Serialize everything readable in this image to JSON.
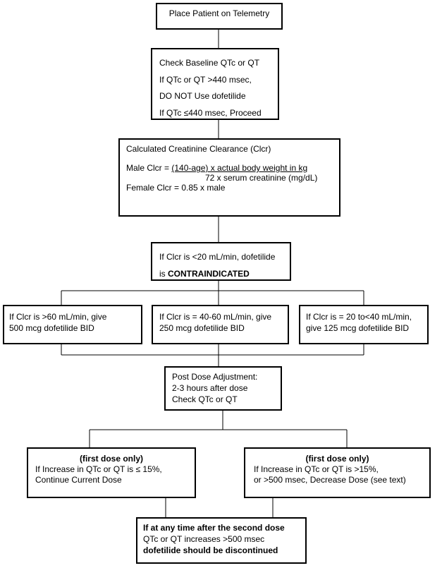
{
  "box1": {
    "text": "Place Patient on Telemetry"
  },
  "box2": {
    "lines": [
      "Check Baseline QTc or QT",
      "If QTc or QT >440 msec,",
      "DO NOT Use dofetilide",
      "If QTc ≤440 msec, Proceed"
    ]
  },
  "box3": {
    "title": "Calculated Creatinine Clearance (Clcr)",
    "male_prefix": "Male Clcr = ",
    "male_numerator": "(140-age) x actual body weight in kg",
    "male_denominator": "72 x serum creatinine (mg/dL)",
    "female": "Female Clcr = 0.85 x male"
  },
  "box4": {
    "line1": "If Clcr is <20 mL/min, dofetilide",
    "line2_prefix": "is ",
    "line2_bold": "CONTRAINDICATED"
  },
  "box5a": {
    "line1": "If Clcr is >60 mL/min, give",
    "line2": "500 mcg dofetilide BID"
  },
  "box5b": {
    "line1": "If Clcr is = 40-60 mL/min, give",
    "line2": "250 mcg dofetilide BID"
  },
  "box5c": {
    "line1": "If Clcr is = 20 to<40 mL/min,",
    "line2": "give 125 mcg dofetilide BID"
  },
  "box6": {
    "lines": [
      "Post Dose Adjustment:",
      "2-3 hours after dose",
      "Check QTc or QT"
    ]
  },
  "box7a": {
    "heading": "(first dose only)",
    "line1": "If Increase in QTc or QT is ≤ 15%,",
    "line2": "Continue Current Dose"
  },
  "box7b": {
    "heading": "(first dose only)",
    "line1": "If Increase in QTc or QT is >15%,",
    "line2": "or >500 msec, Decrease Dose (see text)"
  },
  "box8": {
    "line1": "If at any time after the second dose",
    "line2": "QTc or QT increases >500 msec",
    "line3": "dofetilide should be discontinued"
  }
}
